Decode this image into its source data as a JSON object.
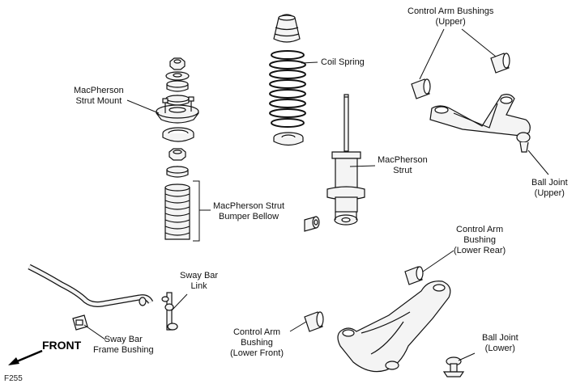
{
  "labels": {
    "control_arm_bushings_upper": [
      "Control Arm Bushings",
      "(Upper)"
    ],
    "coil_spring": "Coil Spring",
    "macpherson_strut_mount": [
      "MacPherson",
      "Strut Mount"
    ],
    "macpherson_strut": [
      "MacPherson",
      "Strut"
    ],
    "ball_joint_upper": [
      "Ball Joint",
      "(Upper)"
    ],
    "macpherson_strut_bumper_bellow": [
      "MacPherson Strut",
      "Bumper Bellow"
    ],
    "control_arm_bushing_lower_rear": [
      "Control Arm",
      "Bushing",
      "(Lower Rear)"
    ],
    "sway_bar_link": [
      "Sway Bar",
      "Link"
    ],
    "sway_bar_frame_bushing": [
      "Sway Bar",
      "Frame Bushing"
    ],
    "control_arm_bushing_lower_front": [
      "Control Arm",
      "Bushing",
      "(Lower Front)"
    ],
    "ball_joint_lower": [
      "Ball Joint",
      "(Lower)"
    ],
    "front_arrow": "FRONT",
    "figure_id": "F255"
  },
  "colors": {
    "ink": "#111111",
    "part_fill": "#f4f4f4",
    "shade": "#cfcfcf"
  }
}
